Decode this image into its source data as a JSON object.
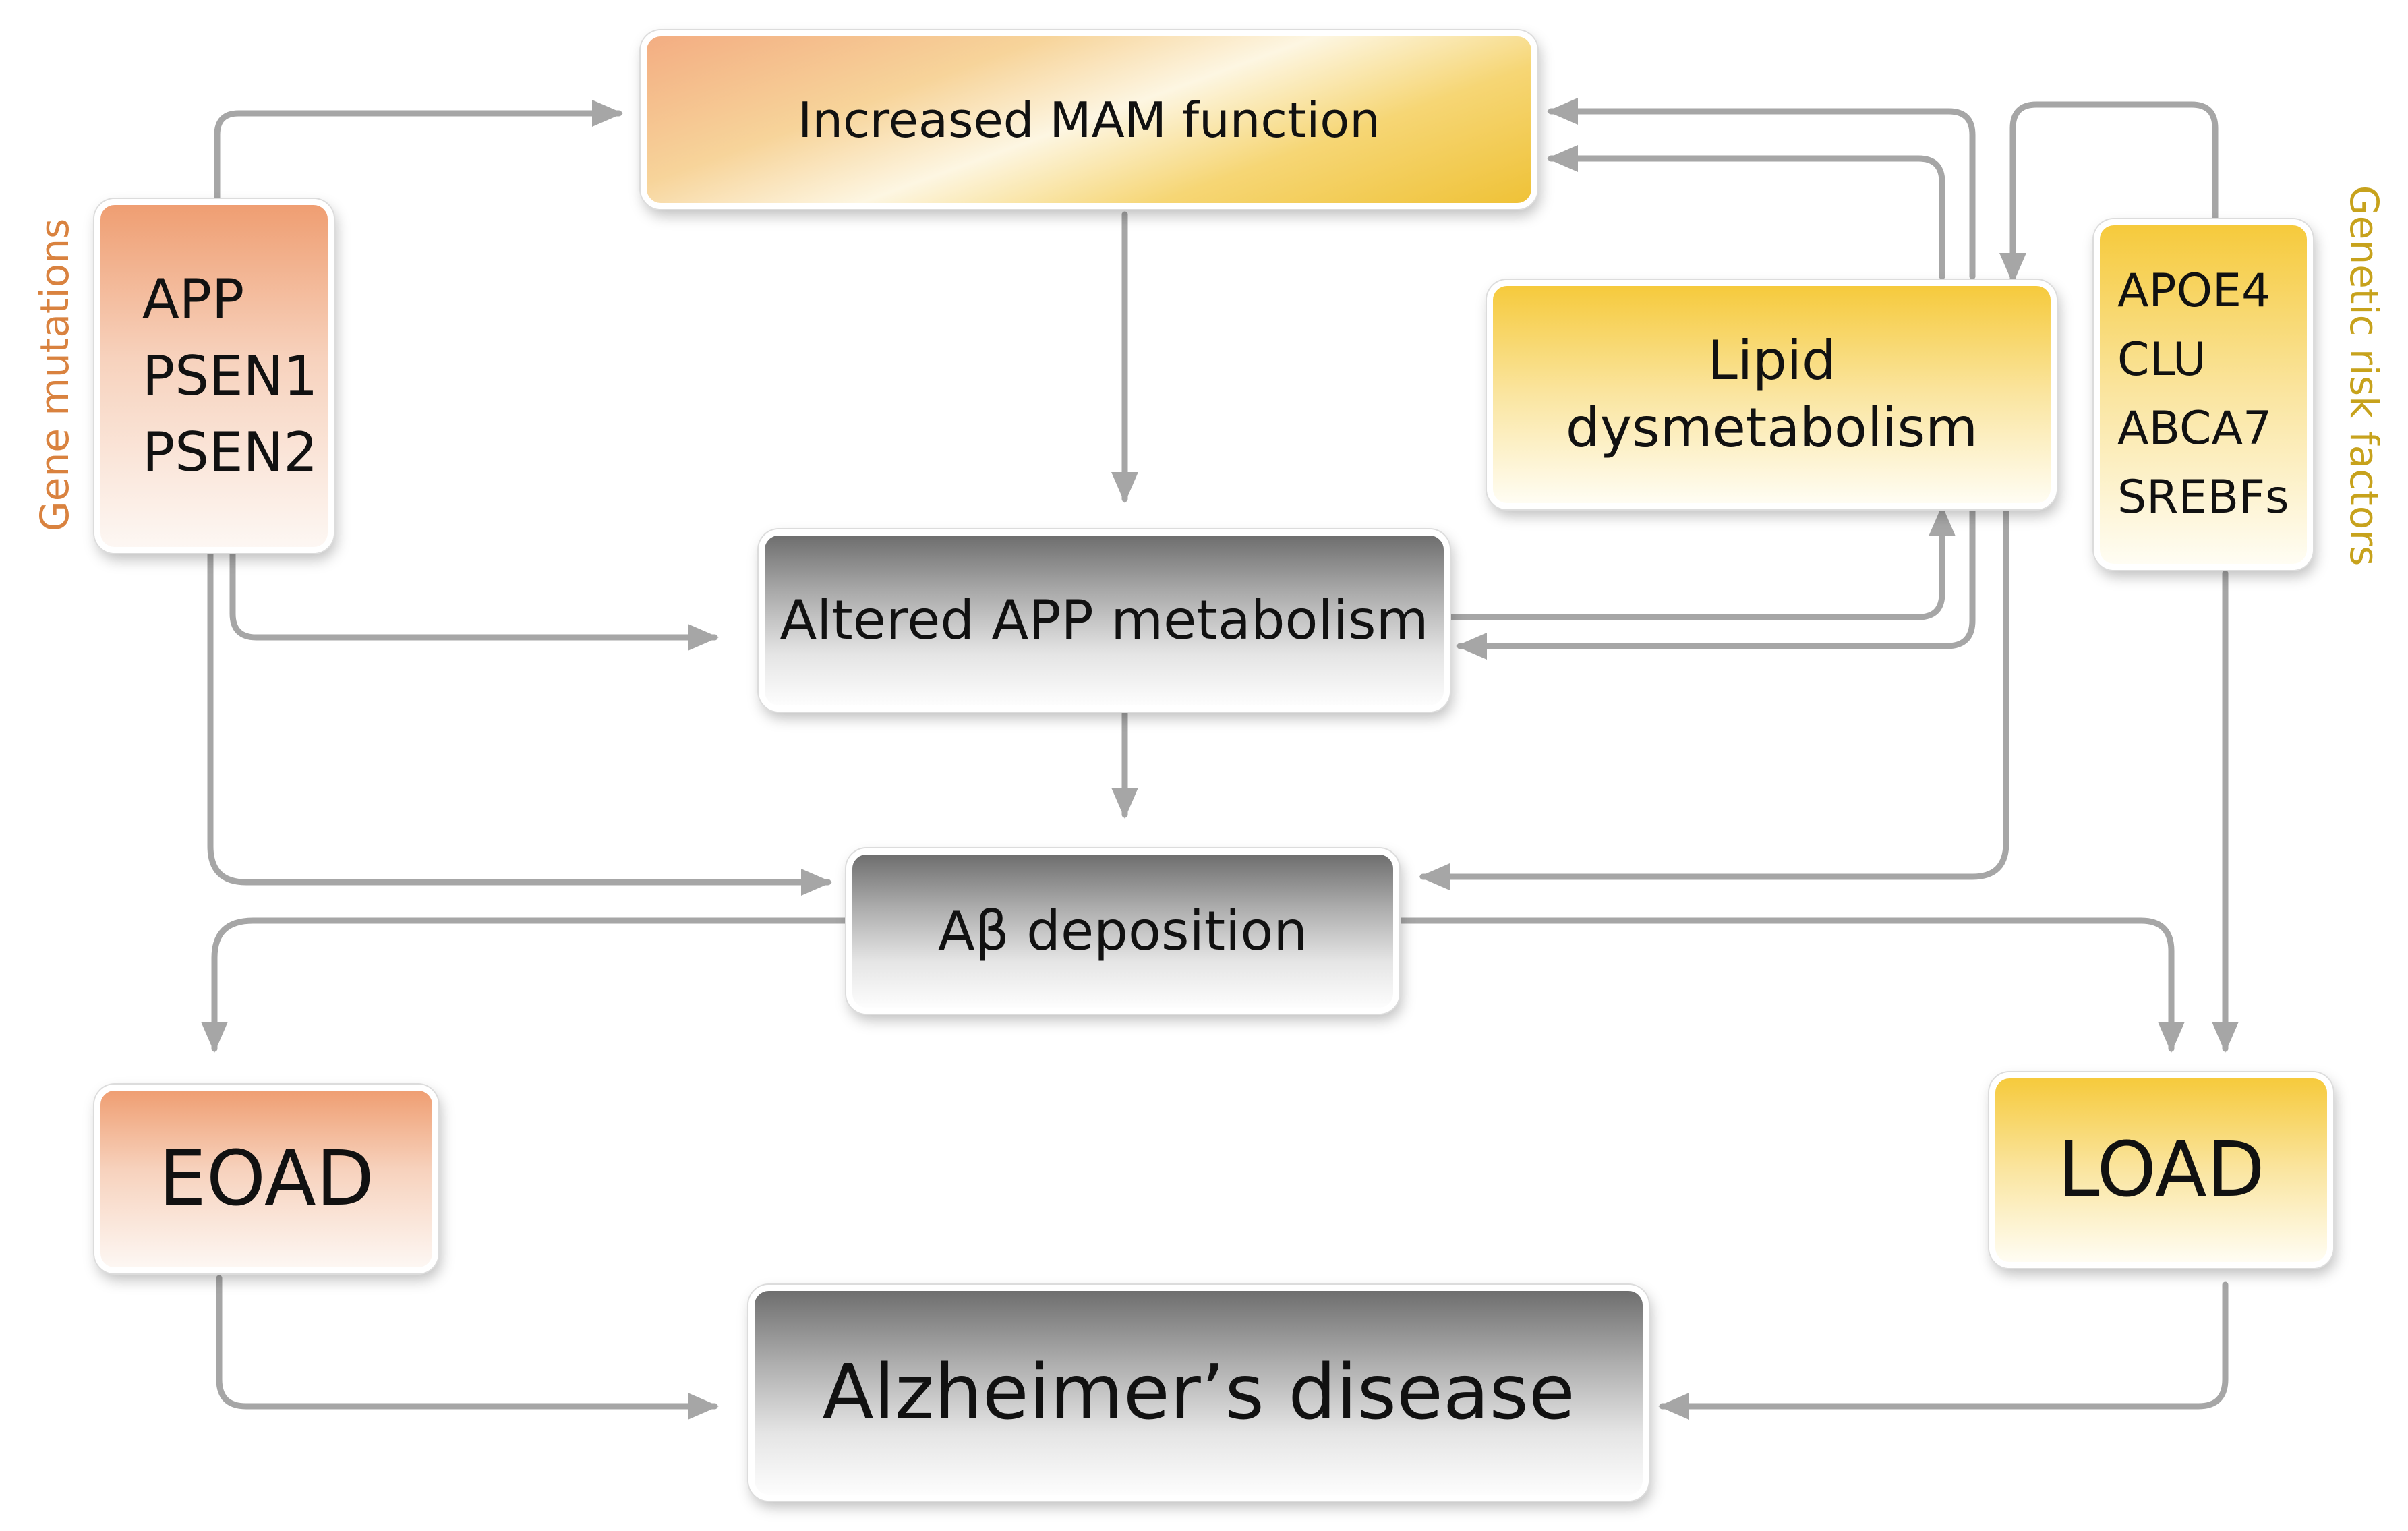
{
  "nodes": {
    "mam": "Increased MAM function",
    "gene_mutations_list": [
      "APP",
      "PSEN1",
      "PSEN2"
    ],
    "lipid": [
      "Lipid",
      "dysmetabolism"
    ],
    "genetic_risk_list": [
      "APOE4",
      "CLU",
      "ABCA7",
      "SREBFs"
    ],
    "app_metabolism": "Altered APP metabolism",
    "ab_deposition": "Aβ deposition",
    "eoad": "EOAD",
    "load": "LOAD",
    "alzheimers": "Alzheimer’s disease"
  },
  "side_labels": {
    "gene_mutations": "Gene mutations",
    "genetic_risk_factors": "Genetic risk factors"
  },
  "colors": {
    "gene_mutations_label": "#d9823f",
    "genetic_risk_label": "#c7a21c",
    "arrow": "#a6a6a6"
  }
}
